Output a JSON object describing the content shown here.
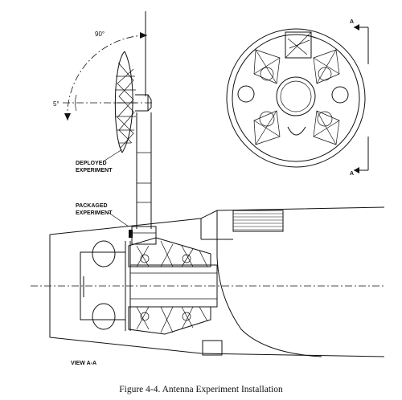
{
  "labels": {
    "angle_90": "90°",
    "angle_5": "5°",
    "deployed_line1": "DEPLOYED",
    "deployed_line2": "EXPERIMENT",
    "packaged_line1": "PACKAGED",
    "packaged_line2": "EXPERIMENT",
    "view_aa": "VIEW A-A",
    "section_a_top": "A",
    "section_a_bottom": "A"
  },
  "caption": "Figure 4-4.  Antenna Experiment Installation"
}
